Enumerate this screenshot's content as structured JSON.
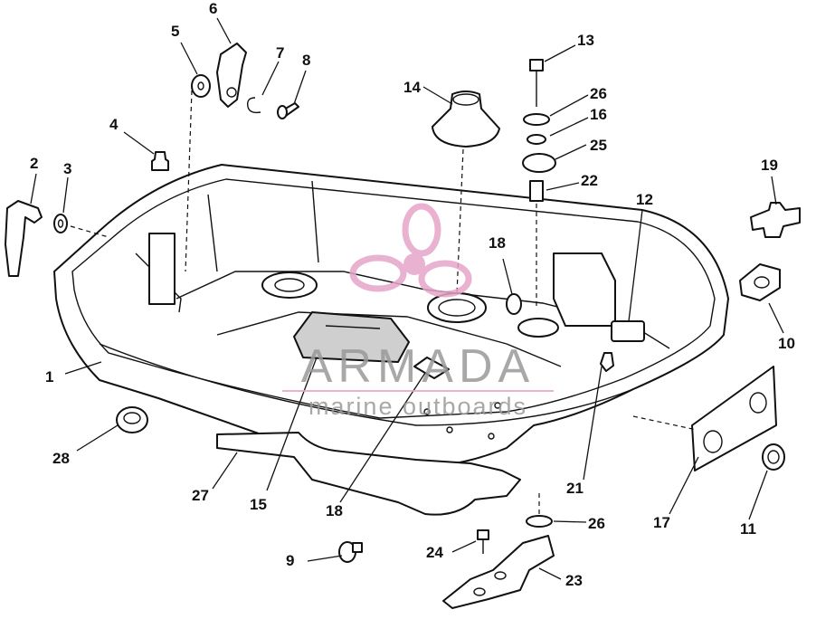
{
  "callouts": [
    "1",
    "2",
    "3",
    "4",
    "5",
    "6",
    "7",
    "8",
    "9",
    "10",
    "11",
    "12",
    "13",
    "14",
    "15",
    "16",
    "17",
    "18",
    "18",
    "19",
    "21",
    "22",
    "23",
    "24",
    "25",
    "26",
    "26",
    "27",
    "28"
  ],
  "watermark": {
    "brand": "ARMADA",
    "tagline": "marine outboards",
    "logo_color": "#e6a5c8",
    "text_color": "#9a9a9a"
  }
}
